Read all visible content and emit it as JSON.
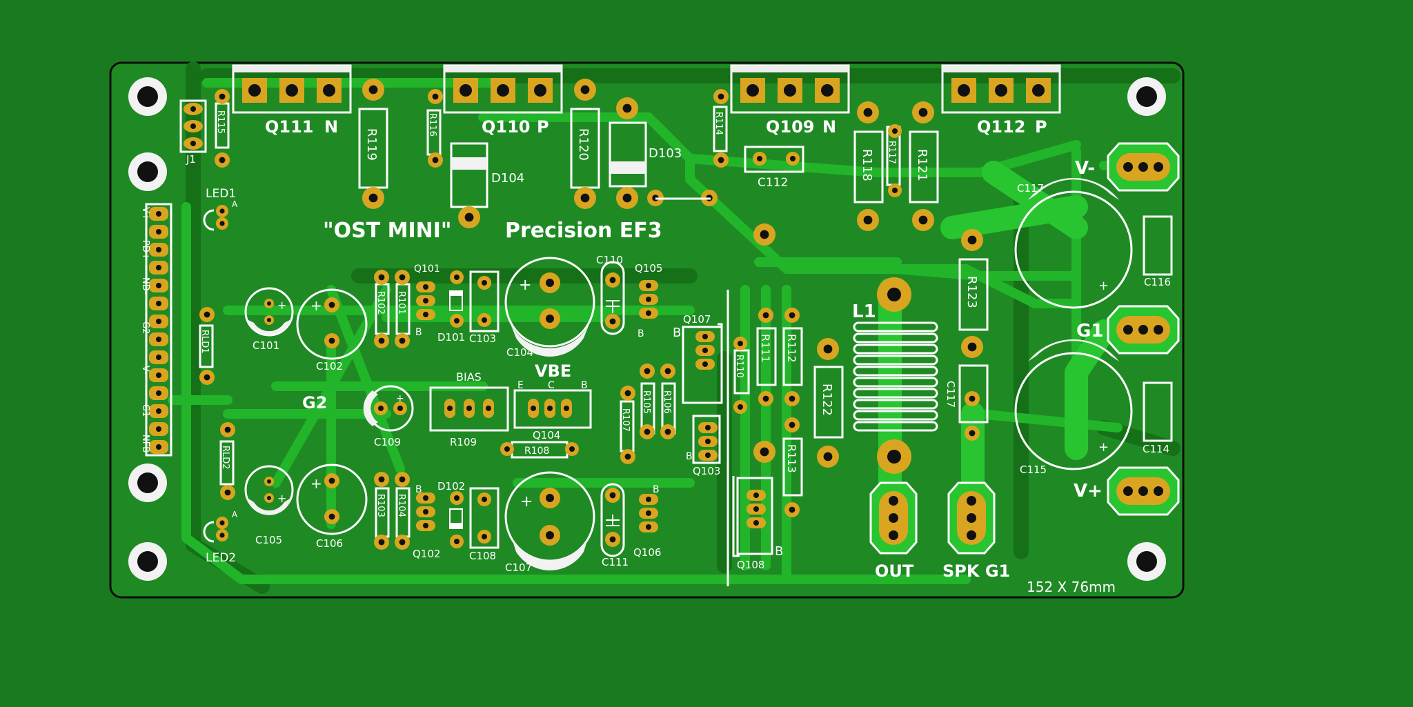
{
  "board": {
    "title": "\"OST MINI\"",
    "subtitle": "Precision EF3",
    "size_text": "152 X 76mm",
    "colors": {
      "background": "#1a7a1f",
      "board": "#1f8a24",
      "trace": "#22b52a",
      "trace_dark": "#157018",
      "pad": "#d9a520",
      "silk": "#ffffff"
    }
  },
  "transistors_top": [
    {
      "ref": "Q111",
      "type": "N"
    },
    {
      "ref": "Q110",
      "type": "P"
    },
    {
      "ref": "Q109",
      "type": "N"
    },
    {
      "ref": "Q112",
      "type": "P"
    }
  ],
  "connectors": {
    "j1": "J1",
    "main_pins": [
      "V+",
      "PD+",
      "ND-",
      "G2",
      "V-",
      "G1",
      "NFB"
    ],
    "right_terminals": [
      "V-",
      "G1",
      "V+"
    ],
    "bottom_terminals": [
      "OUT",
      "SPK G1"
    ]
  },
  "labels": {
    "led1": "LED1",
    "led2": "LED2",
    "anode": "A",
    "g2": "G2",
    "bias": "BIAS",
    "vbe": "VBE",
    "e": "E",
    "c": "C",
    "b": "B",
    "l1": "L1",
    "plus": "+"
  },
  "refs": {
    "R115": "R115",
    "R116": "R116",
    "R114": "R114",
    "R117": "R117",
    "R119": "R119",
    "R120": "R120",
    "R118": "R118",
    "R121": "R121",
    "D104": "D104",
    "D103": "D103",
    "C112": "C112",
    "C117": "C117",
    "C116": "C116",
    "C114": "C114",
    "C115": "C115",
    "RLD1": "RLD1",
    "RLD2": "RLD2",
    "C101": "C101",
    "C102": "C102",
    "C105": "C105",
    "C106": "C106",
    "R102": "R102",
    "R101": "R101",
    "R103": "R103",
    "R104": "R104",
    "Q101": "Q101",
    "Q102": "Q102",
    "D101": "D101",
    "D102": "D102",
    "C103": "C103",
    "C108": "C108",
    "C104": "C104",
    "C107": "C107",
    "C110": "C110",
    "C111": "C111",
    "Q105": "Q105",
    "Q106": "Q106",
    "C109": "C109",
    "R109": "R109",
    "Q104": "Q104",
    "R108": "R108",
    "R105": "R105",
    "R106": "R106",
    "R107": "R107",
    "Q103": "Q103",
    "Q107": "Q107",
    "Q108": "Q108",
    "R110": "R110",
    "R111": "R111",
    "R112": "R112",
    "R113": "R113",
    "R122": "R122",
    "R123": "R123",
    "C117b": "C117"
  }
}
